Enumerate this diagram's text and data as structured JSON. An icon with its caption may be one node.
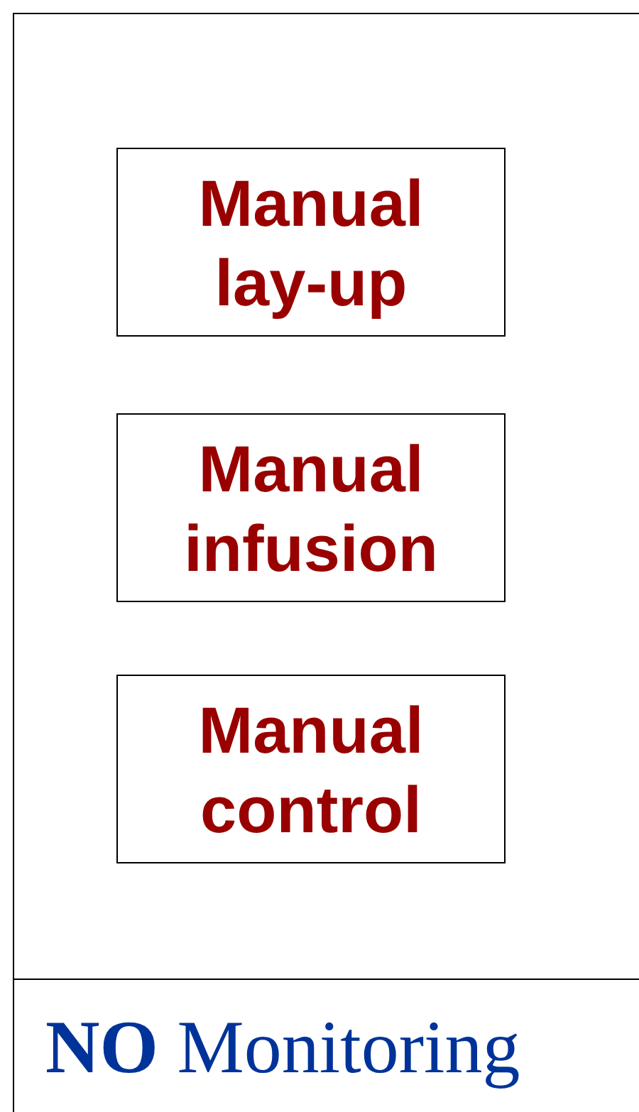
{
  "diagram": {
    "nodes": [
      {
        "text": [],
        "shape": "box"
      },
      {
        "text": [
          "Manual lay-up"
        ],
        "in": 0
      },
      {
        "text": [
          "Manual infusion"
        ],
        "in": 0
      },
      {
        "text": [
          "Manual control"
        ],
        "in": 0
      },
      {
        "text": [
          "**NO** Monitoring"
        ]
      }
    ]
  }
}
